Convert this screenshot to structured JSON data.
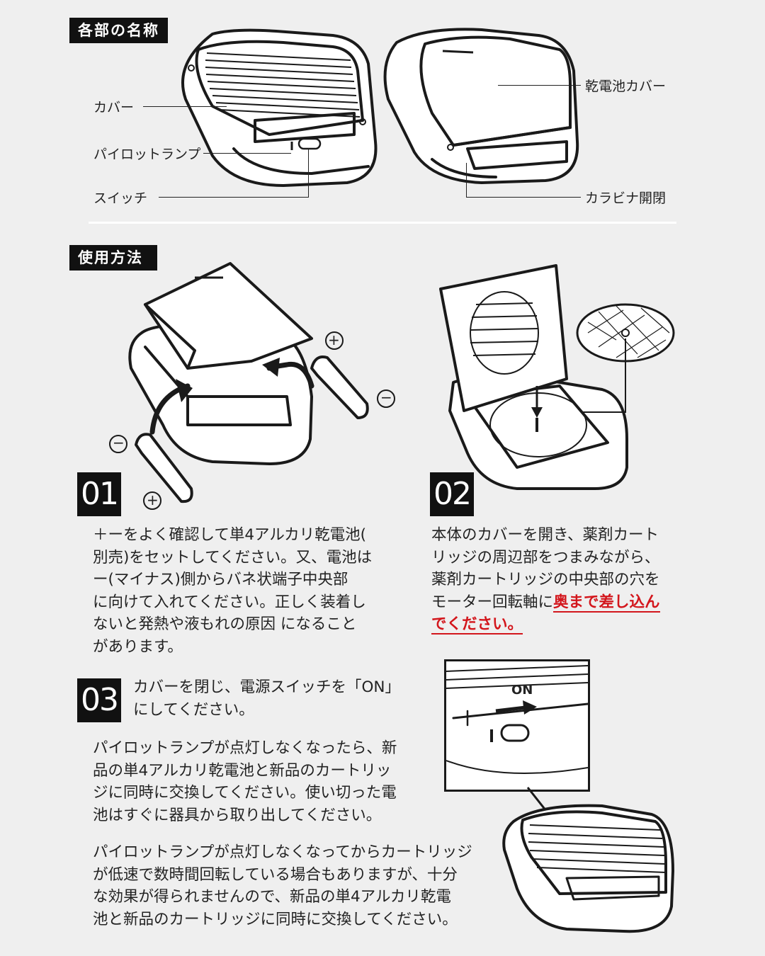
{
  "parts_section": {
    "title": "各部の名称",
    "labels": {
      "cover": "カバー",
      "pilot_lamp": "パイロットランプ",
      "switch": "スイッチ",
      "battery_cover": "乾電池カバー",
      "carabiner": "カラビナ開閉"
    }
  },
  "usage_section": {
    "title": "使用方法",
    "steps": [
      {
        "number": "01",
        "text": "＋ーをよく確認して単4アルカリ乾電池(\n別売)をセットしてください。又、電池は\nー(マイナス)側からバネ状端子中央部\nに向けて入れてください。正しく装着し\nないと発熱や液もれの原因 になること\nがあります。"
      },
      {
        "number": "02",
        "text": "本体のカバーを開き、薬剤カート\nリッジの周辺部をつまみながら、\n薬剤カートリッジの中央部の穴を\nモーター回転軸に",
        "emphasis_line1": "奥まで差し込ん",
        "emphasis_line2": "でください。"
      },
      {
        "number": "03",
        "text": "カバーを閉じ、電源スイッチを「ON」\nにしてください。",
        "note1": "パイロットランプが点灯しなくなったら、新\n品の単4アルカリ乾電池と新品のカートリッ\nジに同時に交換してください。使い切った電\n池はすぐに器具から取り出してください。",
        "note2": "パイロットランプが点灯しなくなってからカートリッジ\nが低速で数時間回転している場合もありますが、十分\nな効果が得られませんので、新品の単4アルカリ乾電\n池と新品のカートリッジに同時に交換してください。",
        "inset_label": "ON"
      }
    ]
  },
  "symbols": {
    "plus": "+",
    "minus": "−"
  },
  "colors": {
    "emphasis": "#d3161c",
    "tag_bg": "#111111",
    "page_bg": "#efefef"
  }
}
